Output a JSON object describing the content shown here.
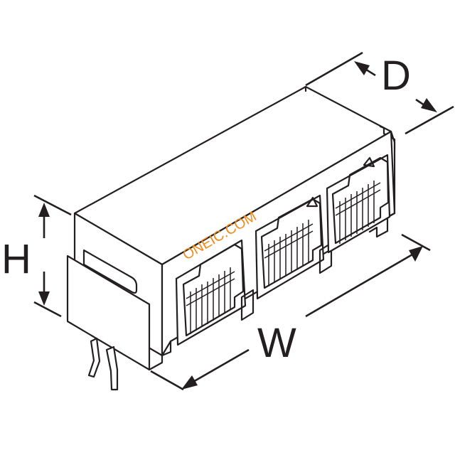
{
  "dimensions": {
    "depth_label": "D",
    "height_label": "H",
    "width_label": "W"
  },
  "watermark": "ONEIC.COM",
  "colors": {
    "line": "#231f20",
    "watermark": "#f08a1a"
  },
  "ports": [
    {
      "name": "port-1"
    },
    {
      "name": "port-2"
    },
    {
      "name": "port-3"
    }
  ]
}
